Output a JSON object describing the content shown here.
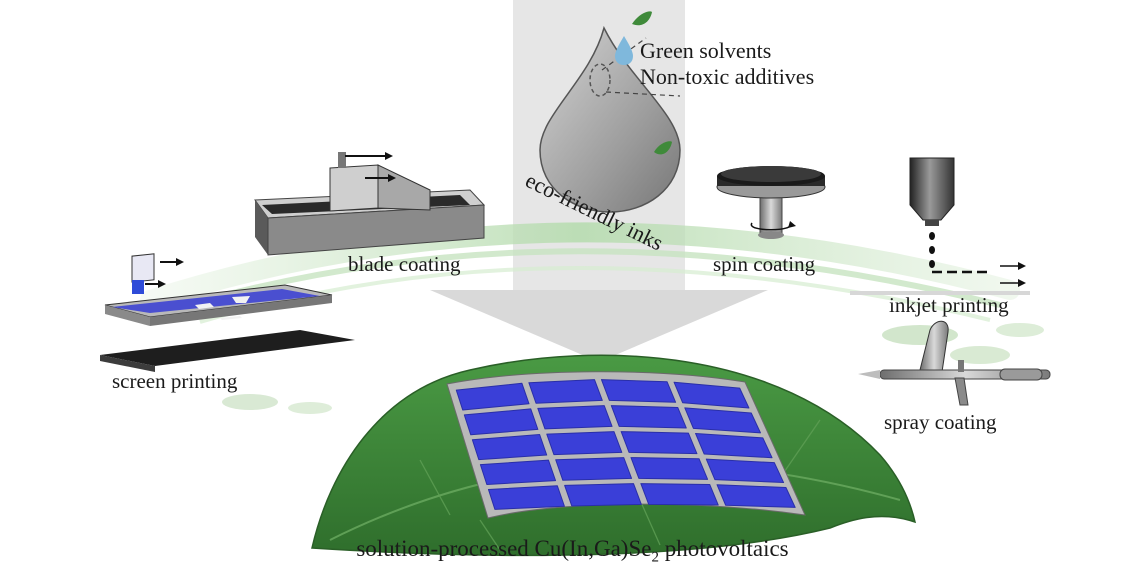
{
  "center": {
    "features": [
      "Green solvents",
      "Non-toxic additives"
    ],
    "ink_label": "eco-friendly inks"
  },
  "methods": {
    "blade": "blade coating",
    "screen": "screen printing",
    "spin": "spin coating",
    "inkjet": "inkjet printing",
    "spray": "spray coating"
  },
  "bottom": {
    "prefix": "solution-processed  Cu(In,Ga)Se",
    "subscript": "2",
    "suffix": " photovoltaics"
  },
  "colors": {
    "leaf": "#3f8a3a",
    "leaf_dark": "#2f6e2c",
    "cell": "#3a3fd8",
    "grid": "#b9b9b9",
    "panel_bg": "#e6e6e6",
    "arrow": "#d9d9d9",
    "water": "#7fb8dc"
  }
}
